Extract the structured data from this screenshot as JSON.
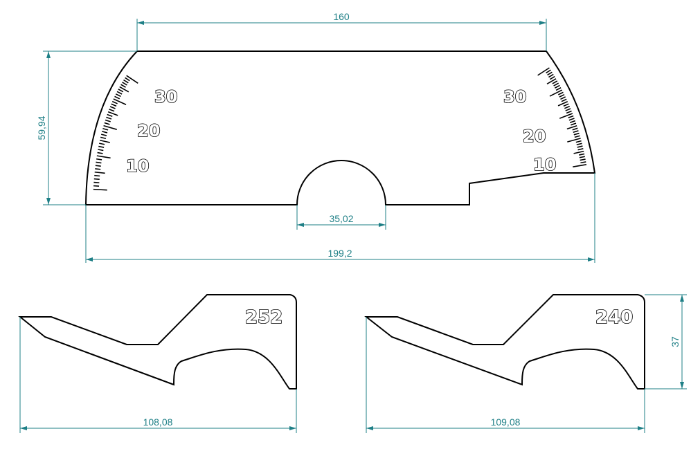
{
  "plate": {
    "dimensions": {
      "top_width": "160",
      "height": "59,94",
      "arc_width": "35,02",
      "overall_width": "199,2"
    },
    "left_scale_labels": [
      "10",
      "20",
      "30"
    ],
    "right_scale_labels": [
      "10",
      "20",
      "30"
    ]
  },
  "left_part": {
    "engraving": "252",
    "width": "108,08"
  },
  "right_part": {
    "engraving": "240",
    "width": "109,08",
    "height": "37"
  },
  "colors": {
    "dimension_line": "#1e7f86",
    "outline": "#000000"
  }
}
